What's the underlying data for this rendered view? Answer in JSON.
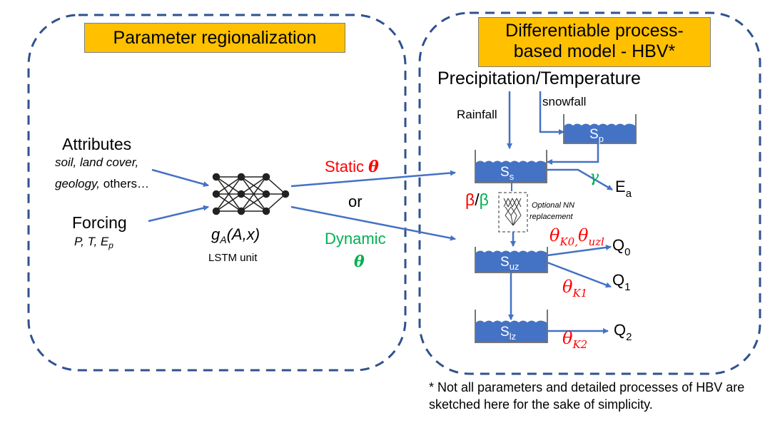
{
  "left_panel": {
    "title": "Parameter regionalization",
    "attributes_label": "Attributes",
    "attributes_items_1": "soil, land cover,",
    "attributes_items_2a": "geology,",
    "attributes_items_2b": " others…",
    "forcing_label": "Forcing",
    "forcing_vars": [
      "P",
      "T",
      "E"
    ],
    "forcing_sub": "p",
    "lstm_func_g": "g",
    "lstm_func_sub": "A",
    "lstm_func_args": "(A,x)",
    "lstm_label": "LSTM unit"
  },
  "connectors": {
    "static_label": "Static",
    "or_label": "or",
    "dynamic_label": "Dynamic",
    "theta": "θ"
  },
  "right_panel": {
    "title_line1": "Differentiable process-",
    "title_line2": "based model - HBV*",
    "precip_label": "Precipitation/Temperature",
    "rainfall_label": "Rainfall",
    "snowfall_label": "snowfall",
    "store_sp": {
      "main": "S",
      "sub": "p"
    },
    "store_ss": {
      "main": "S",
      "sub": "s"
    },
    "store_suz": {
      "main": "S",
      "sub": "uz"
    },
    "store_slz": {
      "main": "S",
      "sub": "lz"
    },
    "gamma": "γ",
    "beta_red": "β",
    "beta_slash": "/",
    "beta_green": "β",
    "nn_note_1": "Optional NN",
    "nn_note_2": "replacement",
    "ea": {
      "main": "E",
      "sub": "a"
    },
    "theta_k0": {
      "main": "θ",
      "sub": "K0,"
    },
    "theta_uzl": {
      "main": "θ",
      "sub": "uzl"
    },
    "theta_k1": {
      "main": "θ",
      "sub": "K1"
    },
    "theta_k2": {
      "main": "θ",
      "sub": "K2"
    },
    "q0": {
      "main": "Q",
      "sub": "0"
    },
    "q1": {
      "main": "Q",
      "sub": "1"
    },
    "q2": {
      "main": "Q",
      "sub": "2"
    }
  },
  "footnote": "* Not all parameters and detailed processes of HBV are sketched here for the sake of simplicity.",
  "colors": {
    "panel_border": "#2f528f",
    "title_fill": "#ffc000",
    "arrow": "#4472c4",
    "store_fill": "#4472c4",
    "red": "#ff0000",
    "green": "#00b050"
  }
}
